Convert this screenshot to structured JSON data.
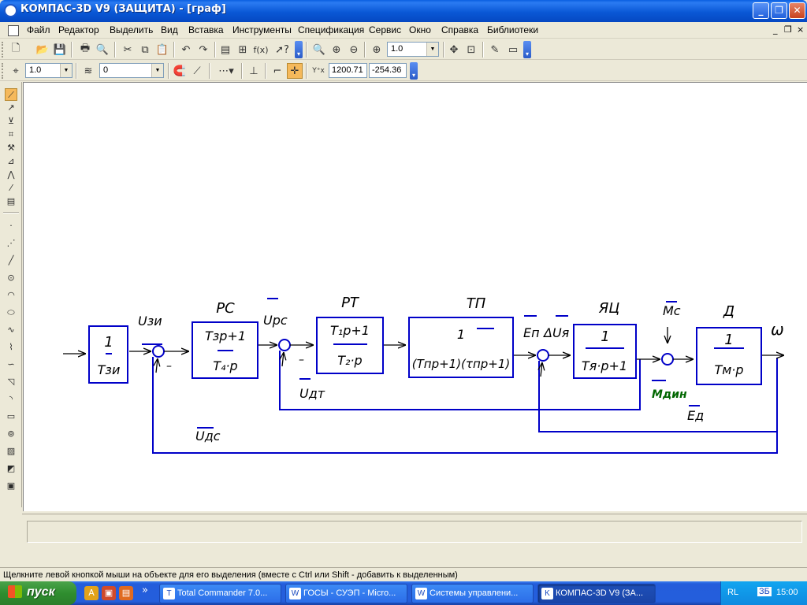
{
  "window": {
    "title": "КОМПАС-3D V9 (ЗАЩИТА) - [граф]",
    "btn_min": "_",
    "btn_max": "❐",
    "btn_close": "✕"
  },
  "menu": {
    "items": [
      "Файл",
      "Редактор",
      "Выделить",
      "Вид",
      "Вставка",
      "Инструменты",
      "Спецификация",
      "Сервис",
      "Окно",
      "Справка",
      "Библиотеки"
    ],
    "doc_min": "_",
    "doc_restore": "❐",
    "doc_close": "×"
  },
  "toolbar1": {
    "fx_label": "f(x)",
    "zoom_value": "1.0"
  },
  "toolbar2": {
    "step_value": "1.0",
    "layer_value": "0",
    "coord_x": "1200.71",
    "coord_y": "-254.36"
  },
  "diagram": {
    "blocks": [
      {
        "id": "zi",
        "top": "1",
        "bottom": "Тзи"
      },
      {
        "id": "rs",
        "head": "РС",
        "top": "Тзр+1",
        "bottom": "Т₄·р"
      },
      {
        "id": "rt",
        "head": "РТ",
        "top": "Т₁р+1",
        "bottom": "Т₂·р"
      },
      {
        "id": "tp",
        "head": "ТП",
        "top": "1",
        "bottom": "(Тпр+1)(τпр+1)"
      },
      {
        "id": "yc",
        "head": "ЯЦ",
        "top": "1",
        "bottom": "Тя·р+1"
      },
      {
        "id": "d",
        "head": "Д",
        "top": "1",
        "bottom": "Тм·р"
      }
    ],
    "labels": {
      "u_zi": "Uзи",
      "u_rs": "Uрс",
      "u_dt": "Uдт",
      "u_ds": "Uдс",
      "e_p": "Еп",
      "du_ya": "ΔUя",
      "m_c": "Мс",
      "m_din": "Мдин",
      "e_d": "Ед",
      "omega": "ω",
      "minus": "–"
    }
  },
  "status_text": "Щелкните левой кнопкой мыши на объекте для его выделения (вместе с Ctrl или Shift - добавить к выделенным)",
  "taskbar": {
    "start_label": "пуск",
    "chevron": "»",
    "tasks": [
      {
        "label": "Total Commander 7.0...",
        "icon_text": "T"
      },
      {
        "label": "ГОСЫ - СУЭП - Micro...",
        "icon_text": "W"
      },
      {
        "label": "Системы управлени...",
        "icon_text": "W"
      },
      {
        "label": "КОМПАС-3D V9 (ЗА...",
        "icon_text": "K",
        "active": true
      }
    ],
    "lang": "RL",
    "tray_icon": "ЗБ",
    "clock": "15:00"
  },
  "colors": {
    "diagram": "#0000C8",
    "title_bar": "#0A58D6",
    "taskbar": "#245EDC",
    "start_button": "#2F8E2F",
    "active_tool": "#F5B95B"
  }
}
